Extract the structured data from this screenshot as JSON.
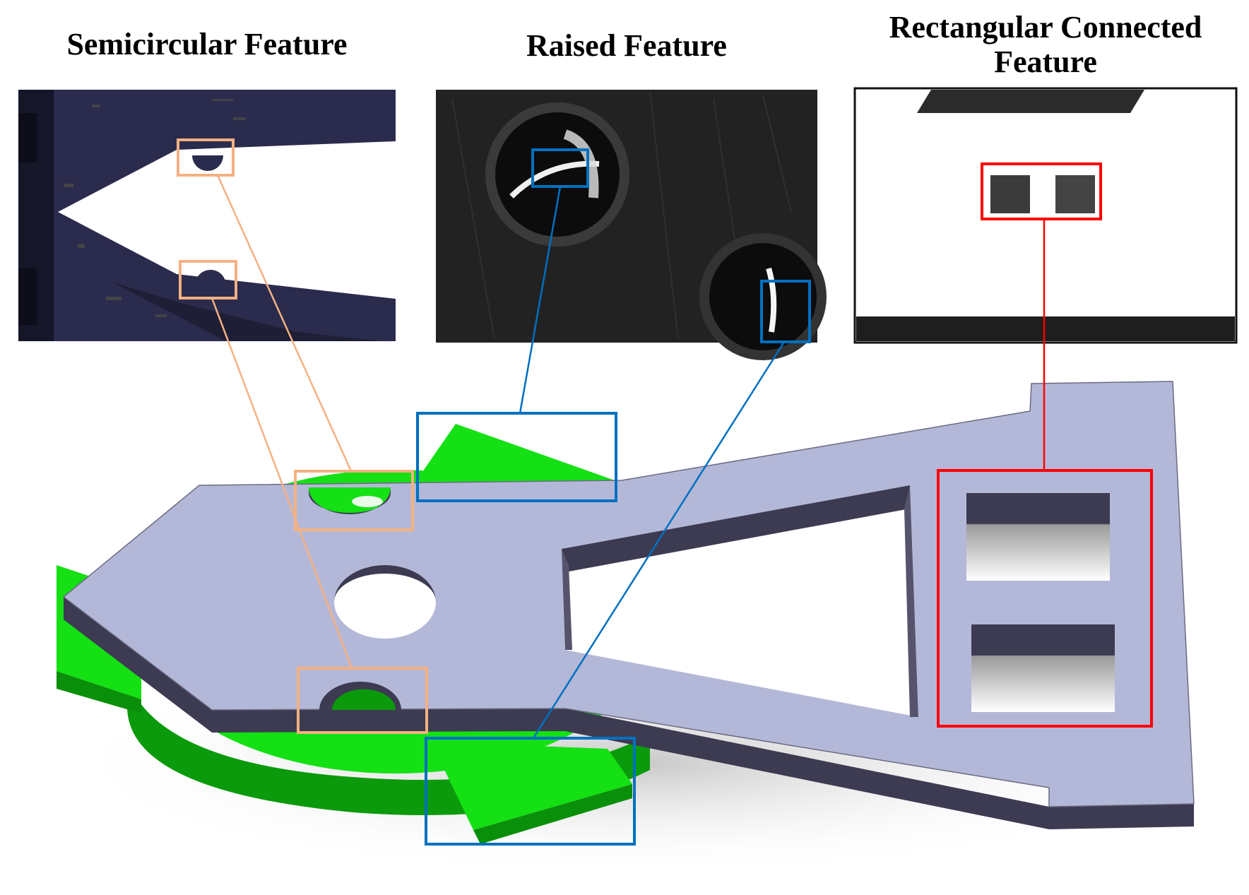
{
  "titles": {
    "semicircular": "Semicircular Feature",
    "raised": "Raised Feature",
    "rectangular_line1": "Rectangular Connected",
    "rectangular_line2": "Feature"
  },
  "colors": {
    "semicircular_box": "#f4b183",
    "raised_box": "#0070c0",
    "rectangular_box": "#ff0000",
    "part_top": "#b4b8d8",
    "part_side": "#3c3b52",
    "green_disc": "#14e014",
    "photo_navy": "#2a2b4d"
  }
}
